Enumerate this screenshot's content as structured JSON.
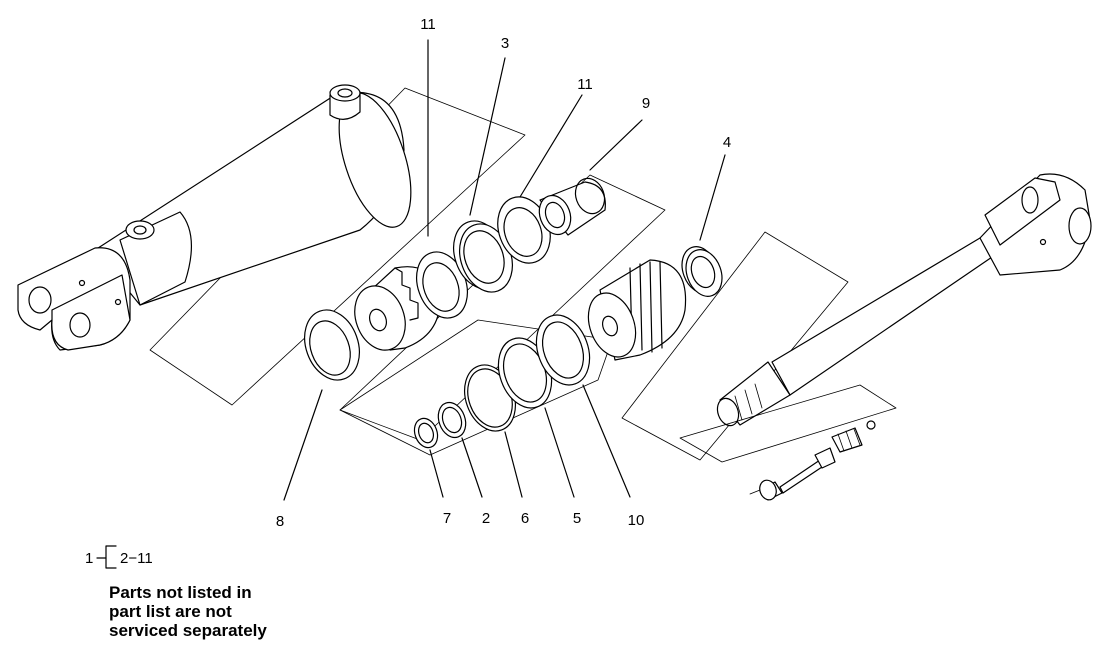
{
  "diagram": {
    "callouts": {
      "c11a": "11",
      "c3": "3",
      "c11b": "11",
      "c9": "9",
      "c4": "4",
      "c8": "8",
      "c7": "7",
      "c2": "2",
      "c6": "6",
      "c5": "5",
      "c10": "10"
    },
    "legend": {
      "parent": "1",
      "children": "2−11"
    },
    "note": {
      "line1": "Parts not listed in",
      "line2": "part list are not",
      "line3": "serviced separately"
    }
  }
}
